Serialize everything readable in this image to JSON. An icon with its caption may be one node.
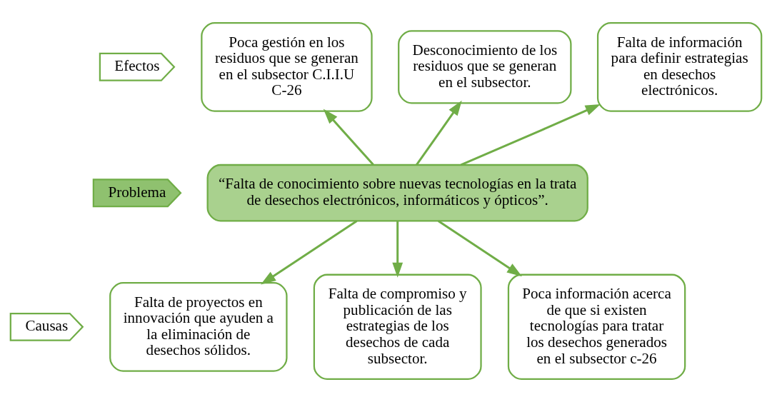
{
  "diagram": {
    "nodes": [
      {
        "text": [
          "Efectos"
        ]
      },
      {
        "text": [
          "Poca gestión en los residuos que se generan en el subsector C.I.I.U C-26"
        ]
      },
      {
        "text": [
          "Desconocimiento de los residuos que se generan en el subsector."
        ]
      },
      {
        "text": [
          "Falta de información para definir estrategias en desechos electrónicos."
        ]
      },
      {
        "text": [
          "Problema"
        ]
      },
      {
        "text": [
          "“Falta de conocimiento sobre nuevas tecnologías en la trata de desechos electrónicos, informáticos y ópticos”."
        ]
      },
      {
        "text": [
          "Causas"
        ]
      },
      {
        "text": [
          "Falta de proyectos en innovación que ayuden a la eliminación de desechos sólidos."
        ]
      },
      {
        "text": [
          "Falta de compromiso y publicación de las estrategias de los desechos de cada subsector."
        ]
      },
      {
        "text": [
          "Poca información acerca de que si existen tecnologías para tratar los desechos generados en el subsector c-26"
        ]
      }
    ],
    "edges": [
      {
        "from": 5,
        "to": 1,
        "arrow": "to"
      },
      {
        "from": 5,
        "to": 2,
        "arrow": "to"
      },
      {
        "from": 5,
        "to": 3,
        "arrow": "to"
      },
      {
        "from": 5,
        "to": 7,
        "arrow": "to"
      },
      {
        "from": 5,
        "to": 8,
        "arrow": "to"
      },
      {
        "from": 5,
        "to": 9,
        "arrow": "to"
      }
    ]
  }
}
